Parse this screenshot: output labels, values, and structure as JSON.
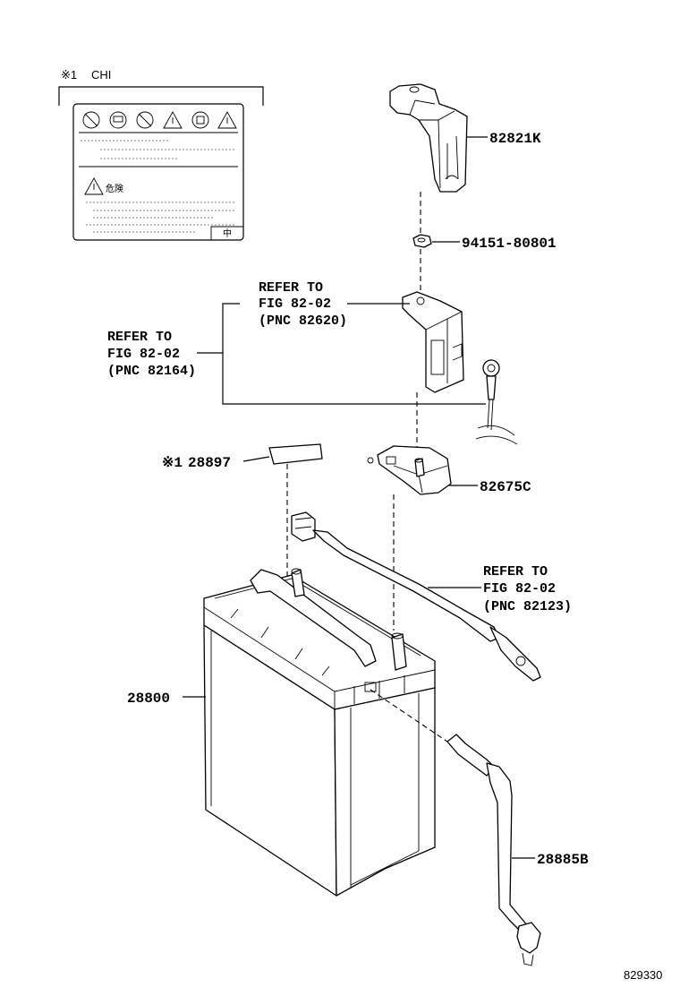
{
  "label_note": {
    "marker": "※1",
    "text": "CHI"
  },
  "warning_label": {
    "warn_text": "危険",
    "corner_text": "中"
  },
  "parts": {
    "p1": "82821K",
    "p2": "94151-80801",
    "p3": "82675C",
    "p4": "28897",
    "p4_marker": "※1",
    "p5": "28800",
    "p6": "28885B"
  },
  "refs": {
    "r1": {
      "l1": "REFER TO",
      "l2": "FIG 82-02",
      "l3": "(PNC 82620)"
    },
    "r2": {
      "l1": "REFER TO",
      "l2": "FIG 82-02",
      "l3": "(PNC 82164)"
    },
    "r3": {
      "l1": "REFER TO",
      "l2": "FIG 82-02",
      "l3": "(PNC 82123)"
    }
  },
  "diagram_id": "829330"
}
